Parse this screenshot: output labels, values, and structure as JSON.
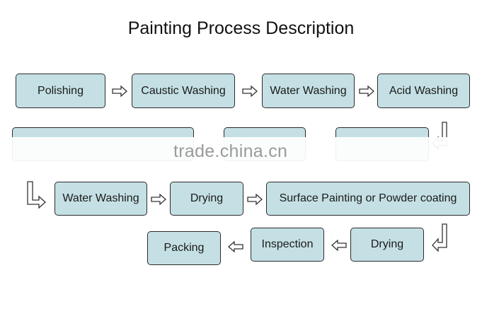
{
  "title": "Painting Process Description",
  "colors": {
    "box_fill": "#c5e0e4",
    "box_border": "#2b2b2b",
    "arrow": "#333333"
  },
  "steps": [
    {
      "label": "Polishing"
    },
    {
      "label": "Caustic Washing"
    },
    {
      "label": "Water Washing"
    },
    {
      "label": "Acid Washing"
    },
    {
      "label": ""
    },
    {
      "label": ""
    },
    {
      "label": ""
    },
    {
      "label": "Water Washing"
    },
    {
      "label": "Drying"
    },
    {
      "label": "Surface Painting or Powder coating"
    },
    {
      "label": "Drying"
    },
    {
      "label": "Inspection"
    },
    {
      "label": "Packing"
    }
  ],
  "watermark": "trade.china.cn"
}
